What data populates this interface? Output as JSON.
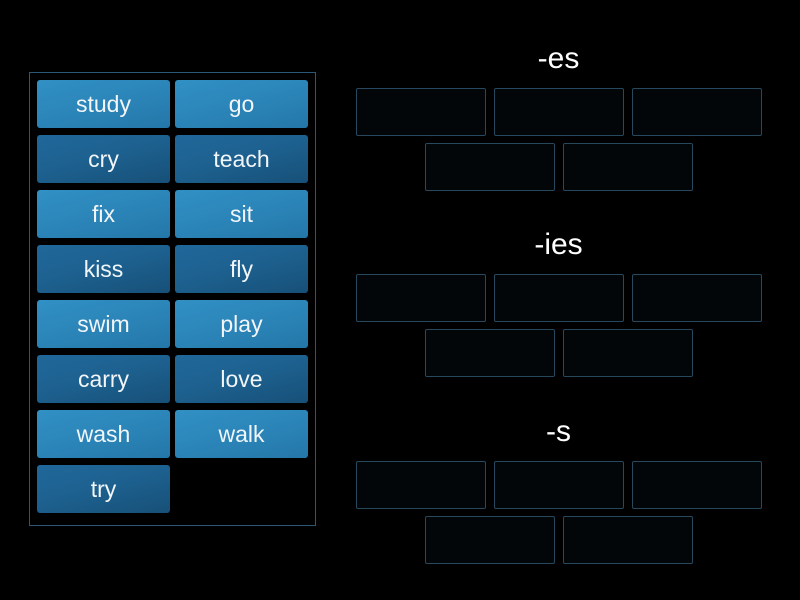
{
  "colors": {
    "background": "#000000",
    "tile_light": "#2c86ba",
    "tile_dark": "#1d6190",
    "tile_text": "#f2f6f8",
    "panel_border": "#2c5878",
    "slot_border": "#27485d",
    "slot_fill": "#020609",
    "header_text": "#ffffff"
  },
  "word_bank": {
    "words": [
      {
        "label": "study",
        "shade": "light"
      },
      {
        "label": "go",
        "shade": "light"
      },
      {
        "label": "cry",
        "shade": "dark"
      },
      {
        "label": "teach",
        "shade": "dark"
      },
      {
        "label": "fix",
        "shade": "light"
      },
      {
        "label": "sit",
        "shade": "light"
      },
      {
        "label": "kiss",
        "shade": "dark"
      },
      {
        "label": "fly",
        "shade": "dark"
      },
      {
        "label": "swim",
        "shade": "light"
      },
      {
        "label": "play",
        "shade": "light"
      },
      {
        "label": "carry",
        "shade": "dark"
      },
      {
        "label": "love",
        "shade": "dark"
      },
      {
        "label": "wash",
        "shade": "light"
      },
      {
        "label": "walk",
        "shade": "light"
      },
      {
        "label": "try",
        "shade": "dark"
      }
    ]
  },
  "groups": [
    {
      "label": "-es",
      "slot_count": 5
    },
    {
      "label": "-ies",
      "slot_count": 5
    },
    {
      "label": "-s",
      "slot_count": 5
    }
  ]
}
